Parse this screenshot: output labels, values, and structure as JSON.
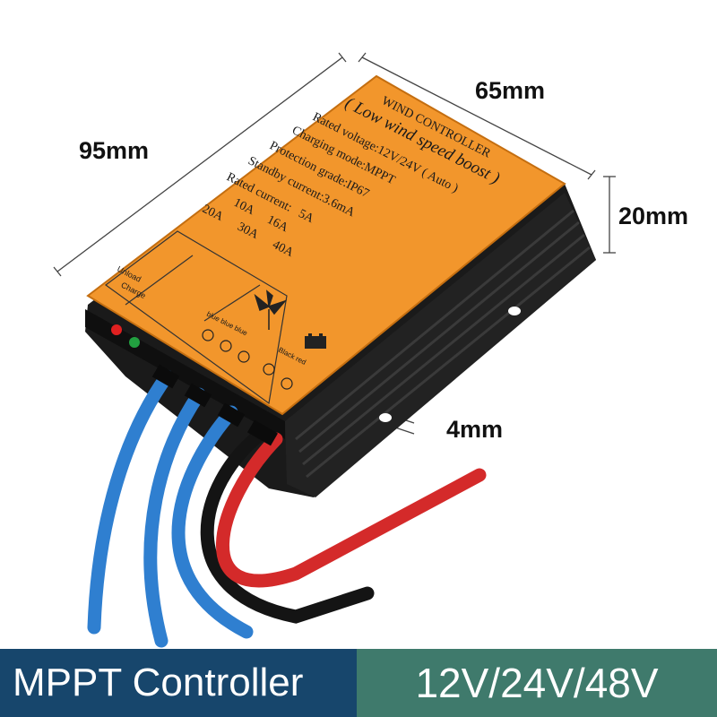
{
  "dimensions": {
    "length": "95mm",
    "width": "65mm",
    "height": "20mm",
    "hole": "4mm"
  },
  "label": {
    "title": "WIND CONTROLLER",
    "subtitle": "( Low wind speed boost )",
    "rated_voltage": "Rated voltage:12V/24V ( Auto )",
    "charging_mode": "Charging mode:MPPT",
    "protection_grade": "Protection grade:IP67",
    "standby_current": "Standby current:3.6mA",
    "rated_current": "Rated current:",
    "current_options_row1": [
      "5A",
      "10A",
      "16A"
    ],
    "current_options_row2": [
      "20A",
      "30A",
      "40A"
    ],
    "unload": "Unload",
    "charge": "Charge",
    "wind_inputs": "blue blue blue",
    "battery_outputs": "Black red"
  },
  "banner": {
    "title": "MPPT Controller",
    "voltage": "12V/24V/48V"
  },
  "colors": {
    "label_orange": "#f2962c",
    "housing_black": "#1a1a1a",
    "wire_blue": "#2f7fd0",
    "wire_red": "#d42a2a",
    "wire_black": "#141414",
    "banner_left": "#17466c",
    "banner_right": "#3f7a6c"
  }
}
